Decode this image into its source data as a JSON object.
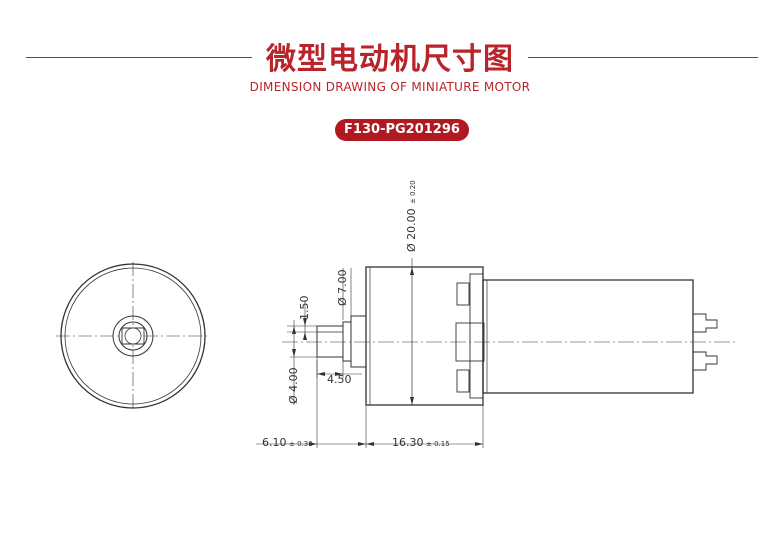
{
  "header": {
    "title_cn": "微型电动机尺寸图",
    "title_en": "DIMENSION DRAWING OF MINIATURE MOTOR",
    "model": "F130-PG201296",
    "accent_color": "#b8242a"
  },
  "dimensions": {
    "body_diameter": "Ø 20.00",
    "body_diameter_tol": "± 0.20",
    "boss_diameter": "Ø 7.00",
    "shaft_flat": "1.50",
    "shaft_diameter": "Ø 4.00",
    "boss_length": "4.50",
    "shaft_length": "6.10",
    "shaft_length_tol": "± 0.30",
    "body_length": "16.30",
    "body_length_tol": "± 0.15"
  }
}
